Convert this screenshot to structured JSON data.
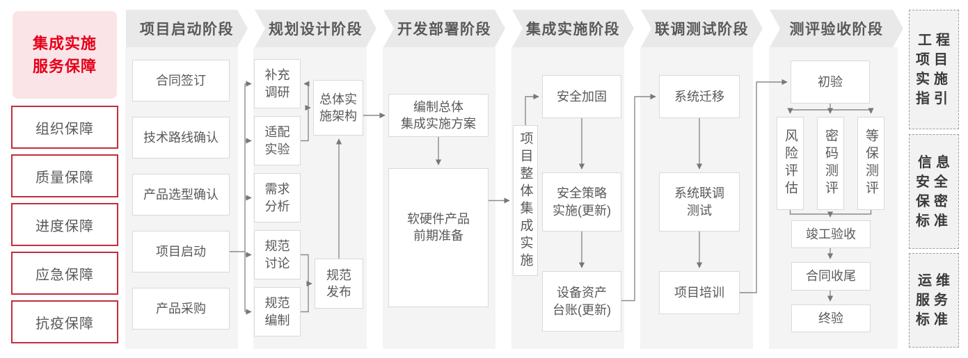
{
  "title_block": {
    "label": "集成实施\n服务保障"
  },
  "sidebar": {
    "items": [
      {
        "label": "组织保障"
      },
      {
        "label": "质量保障"
      },
      {
        "label": "进度保障"
      },
      {
        "label": "应急保障"
      },
      {
        "label": "抗疫保障"
      }
    ]
  },
  "phases": [
    {
      "label": "项目启动阶段",
      "nodes": [
        {
          "label": "合同签订"
        },
        {
          "label": "技术路线确认"
        },
        {
          "label": "产品选型确认"
        },
        {
          "label": "项目启动"
        },
        {
          "label": "产品采购"
        }
      ]
    },
    {
      "label": "规划设计阶段",
      "nodes": [
        {
          "label": "补充\n调研"
        },
        {
          "label": "适配\n实验"
        },
        {
          "label": "需求\n分析"
        },
        {
          "label": "规范\n讨论"
        },
        {
          "label": "规范\n编制"
        },
        {
          "label": "总体实\n施架构"
        },
        {
          "label": "规范\n发布"
        }
      ]
    },
    {
      "label": "开发部署阶段",
      "nodes": [
        {
          "label": "编制总体\n集成实施方案"
        },
        {
          "label": "软硬件产品\n前期准备"
        }
      ]
    },
    {
      "label": "集成实施阶段",
      "nodes": [
        {
          "label": "项目整体集成实施"
        },
        {
          "label": "安全加固"
        },
        {
          "label": "安全策略\n实施(更新)"
        },
        {
          "label": "设备资产\n台账(更新)"
        }
      ]
    },
    {
      "label": "联调测试阶段",
      "nodes": [
        {
          "label": "系统迁移"
        },
        {
          "label": "系统联调\n测试"
        },
        {
          "label": "项目培训"
        }
      ]
    },
    {
      "label": "测评验收阶段",
      "nodes": [
        {
          "label": "初验"
        },
        {
          "label": "风险评估"
        },
        {
          "label": "密码测评"
        },
        {
          "label": "等保测评"
        },
        {
          "label": "竣工验收"
        },
        {
          "label": "合同收尾"
        },
        {
          "label": "终验"
        }
      ]
    }
  ],
  "standards": {
    "items": [
      {
        "label": "工程\n项目\n实施\n指引"
      },
      {
        "label": "信息\n安全\n保密\n标准"
      },
      {
        "label": "运维\n服务\n标准"
      }
    ]
  },
  "colors": {
    "accent_red": "#c22c3e",
    "title_red": "#e60019",
    "title_pink_bg": "#fae4e7",
    "header_gray": "#e9e9e9",
    "column_gray": "#f4f4f4",
    "text_gray": "#595959",
    "connector_gray": "#8a8a8a"
  }
}
